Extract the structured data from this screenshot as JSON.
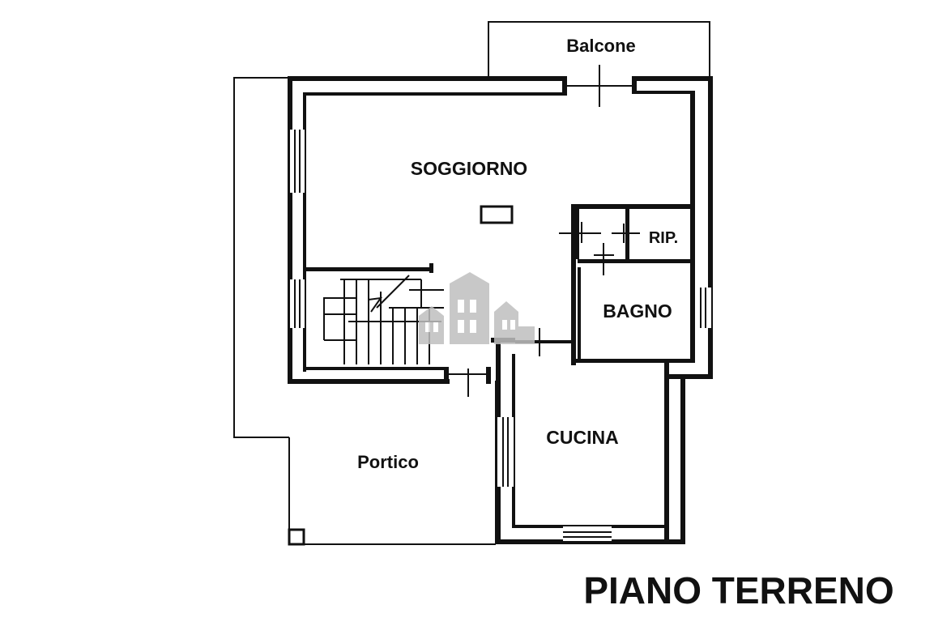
{
  "plan": {
    "title": "PIANO TERRENO",
    "rooms": {
      "balcone": "Balcone",
      "soggiorno": "SOGGIORNO",
      "ripostiglio": "RIP.",
      "bagno": "BAGNO",
      "cucina": "CUCINA",
      "portico": "Portico"
    }
  }
}
